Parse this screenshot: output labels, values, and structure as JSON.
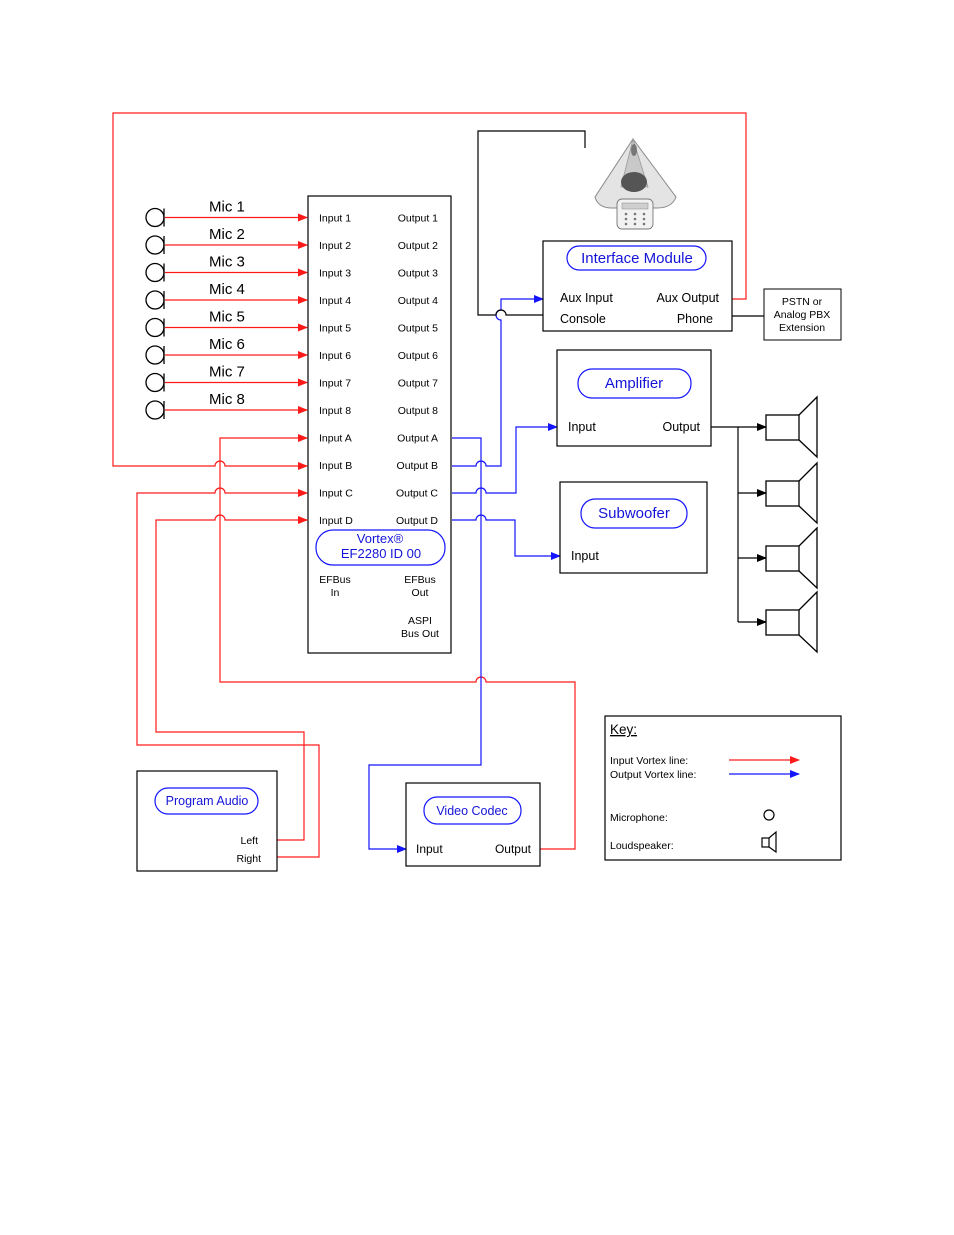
{
  "mics": [
    "Mic 1",
    "Mic 2",
    "Mic 3",
    "Mic 4",
    "Mic 5",
    "Mic 6",
    "Mic 7",
    "Mic 8"
  ],
  "vortex": {
    "inputs": [
      "Input 1",
      "Input 2",
      "Input 3",
      "Input 4",
      "Input 5",
      "Input 6",
      "Input 7",
      "Input 8",
      "Input A",
      "Input B",
      "Input C",
      "Input D"
    ],
    "outputs": [
      "Output 1",
      "Output 2",
      "Output 3",
      "Output 4",
      "Output 5",
      "Output 6",
      "Output 7",
      "Output 8",
      "Output A",
      "Output B",
      "Output C",
      "Output D"
    ],
    "name_line1": "Vortex®",
    "name_line2": "EF2280 ID 00",
    "efbus_in_1": "EFBus",
    "efbus_in_2": "In",
    "efbus_out_1": "EFBus",
    "efbus_out_2": "Out",
    "aspi_1": "ASPI",
    "aspi_2": "Bus Out"
  },
  "interface_module": {
    "title": "Interface Module",
    "aux_input": "Aux Input",
    "aux_output": "Aux Output",
    "console": "Console",
    "phone": "Phone"
  },
  "pstn": {
    "line1": "PSTN or",
    "line2": "Analog PBX",
    "line3": "Extension"
  },
  "amplifier": {
    "title": "Amplifier",
    "input": "Input",
    "output": "Output"
  },
  "subwoofer": {
    "title": "Subwoofer",
    "input": "Input"
  },
  "program_audio": {
    "title": "Program Audio",
    "left": "Left",
    "right": "Right"
  },
  "video_codec": {
    "title": "Video Codec",
    "input": "Input",
    "output": "Output"
  },
  "key": {
    "title": "Key:",
    "input_line": "Input Vortex line:",
    "output_line": "Output Vortex line:",
    "microphone": "Microphone:",
    "loudspeaker": "Loudspeaker:"
  },
  "colors": {
    "input_line": "#ff1a1a",
    "output_line": "#1414ff",
    "label_blue": "#1414d8"
  }
}
